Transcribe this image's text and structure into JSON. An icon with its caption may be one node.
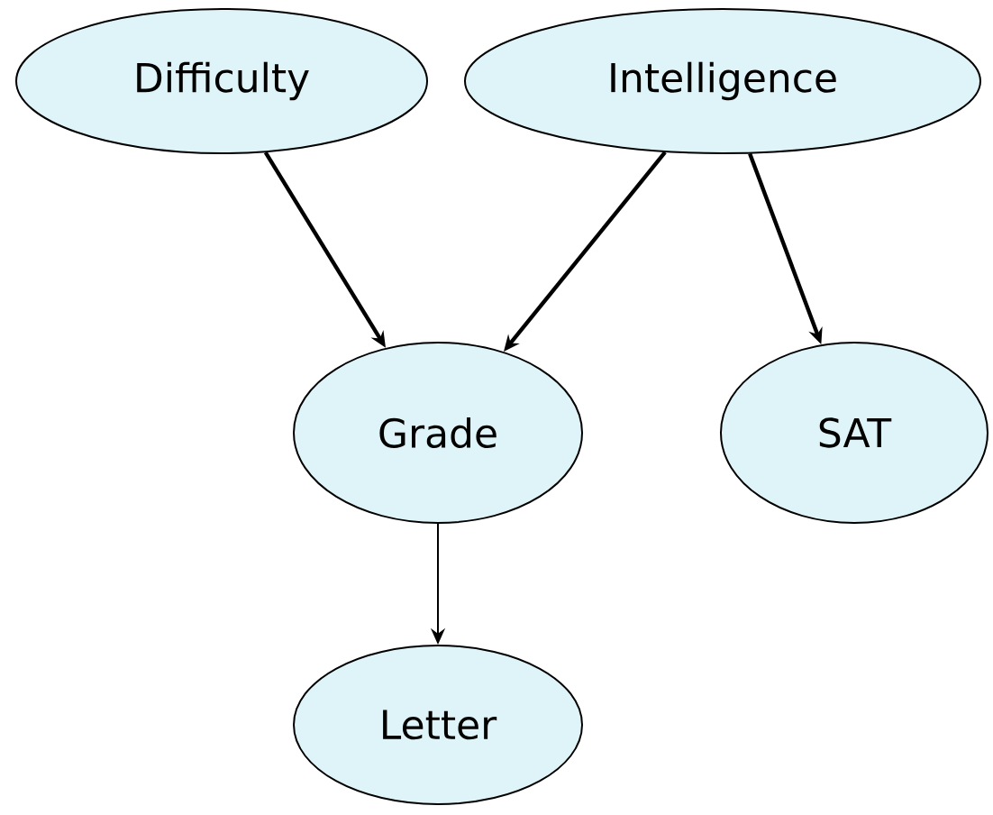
{
  "diagram": {
    "nodes": [
      {
        "text": [
          "Difficulty"
        ]
      },
      {
        "text": [
          "Intelligence"
        ]
      },
      {
        "text": [
          "Grade"
        ]
      },
      {
        "text": [
          "SAT"
        ]
      },
      {
        "text": [
          "Letter"
        ]
      }
    ],
    "edges": [
      {
        "from": 0,
        "to": 2,
        "arrow": "to"
      },
      {
        "from": 1,
        "to": 2,
        "arrow": "to"
      },
      {
        "from": 1,
        "to": 3,
        "arrow": "to"
      },
      {
        "from": 2,
        "to": 4,
        "arrow": "to"
      }
    ]
  }
}
